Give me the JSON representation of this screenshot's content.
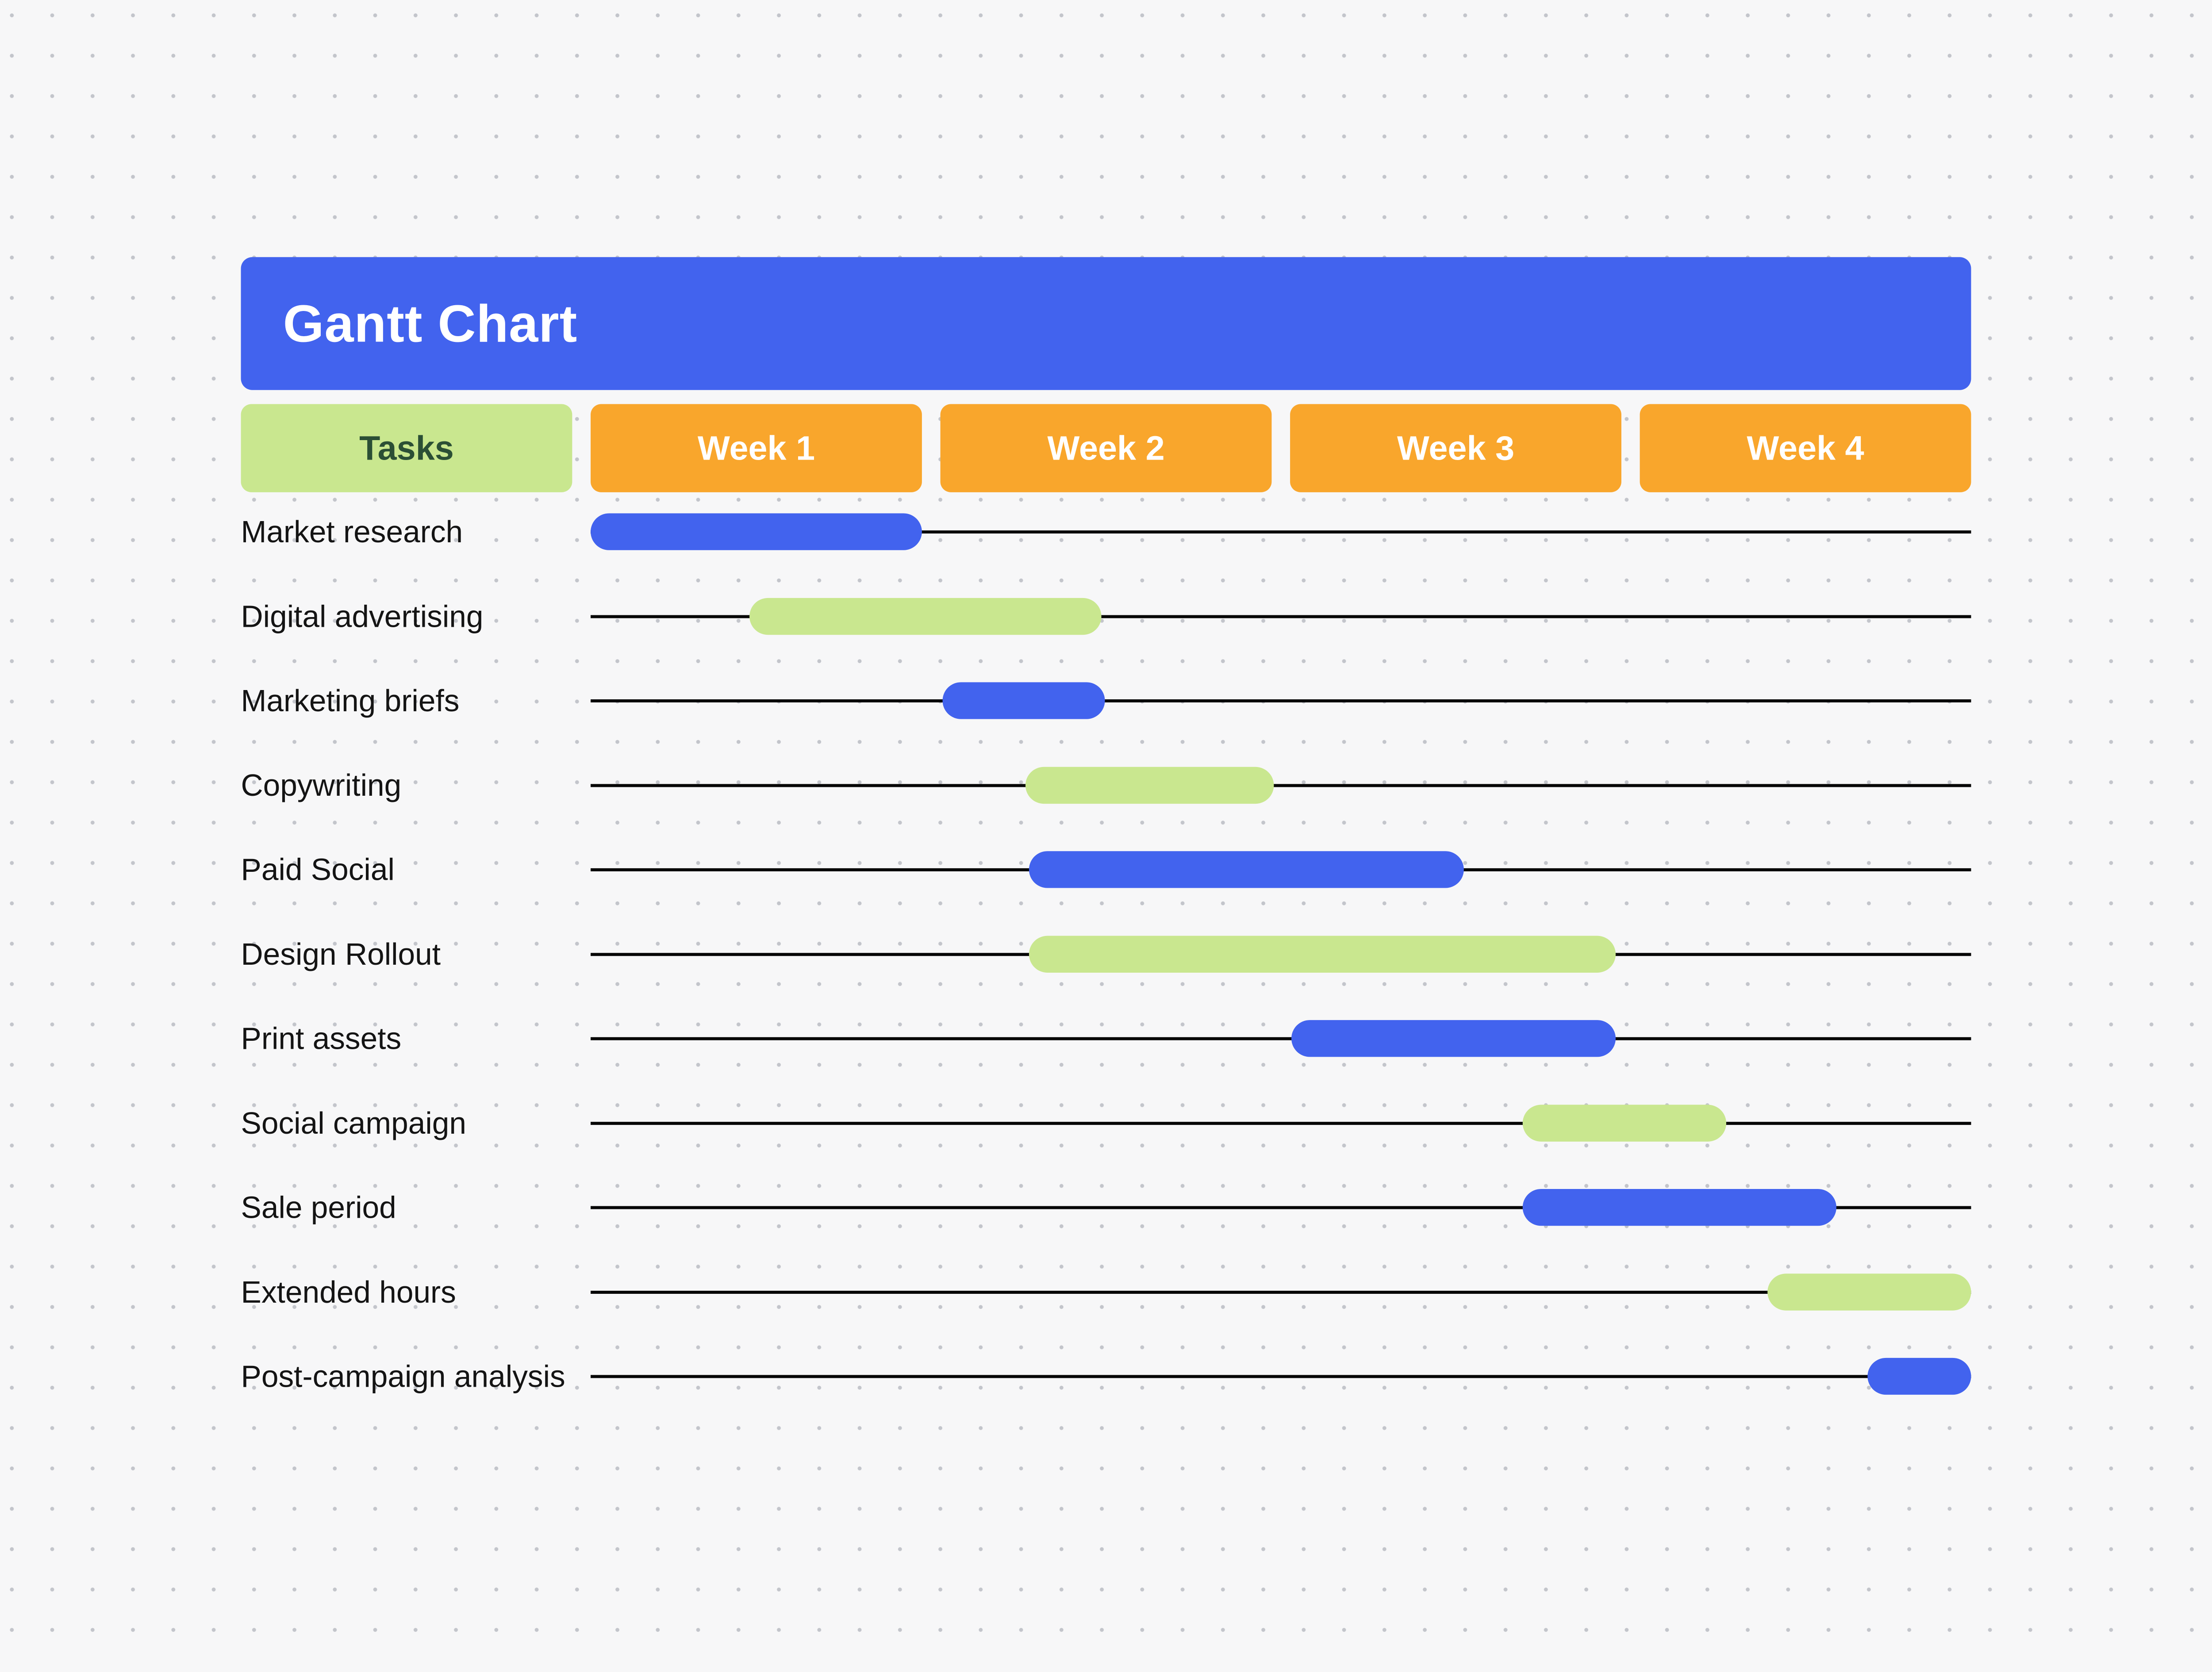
{
  "page": {
    "background_color": "#f7f7f8",
    "dot_color": "#c3c5cb"
  },
  "title": {
    "text": "Gantt Chart",
    "bg": "#4263EE",
    "text_color": "#ffffff"
  },
  "header": {
    "columns": [
      {
        "id": "tasks",
        "label": "Tasks",
        "bg": "#C9E78F",
        "text_color": "#2B4F35"
      },
      {
        "id": "week1",
        "label": "Week 1",
        "bg": "#F9A62C",
        "text_color": "#ffffff"
      },
      {
        "id": "week2",
        "label": "Week 2",
        "bg": "#F9A62C",
        "text_color": "#ffffff"
      },
      {
        "id": "week3",
        "label": "Week 3",
        "bg": "#F9A62C",
        "text_color": "#ffffff"
      },
      {
        "id": "week4",
        "label": "Week 4",
        "bg": "#F9A62C",
        "text_color": "#ffffff"
      }
    ]
  },
  "chart_data": {
    "type": "gantt",
    "title": "Gantt Chart",
    "x_axis": {
      "unit": "weeks",
      "categories": [
        "Week 1",
        "Week 2",
        "Week 3",
        "Week 4"
      ],
      "range": [
        0,
        4
      ]
    },
    "grid": false,
    "timeline_line_color": "#050505",
    "bar_colors": {
      "blue": "#4263EE",
      "green": "#C9E78F"
    },
    "tasks": [
      {
        "label": "Market research",
        "color": "blue",
        "start_week": 0.0,
        "end_week": 0.96
      },
      {
        "label": "Digital advertising",
        "color": "green",
        "start_week": 0.46,
        "end_week": 1.48
      },
      {
        "label": "Marketing briefs",
        "color": "blue",
        "start_week": 1.02,
        "end_week": 1.49
      },
      {
        "label": "Copywriting",
        "color": "green",
        "start_week": 1.26,
        "end_week": 1.98
      },
      {
        "label": "Paid Social",
        "color": "blue",
        "start_week": 1.27,
        "end_week": 2.53
      },
      {
        "label": "Design Rollout",
        "color": "green",
        "start_week": 1.27,
        "end_week": 2.97
      },
      {
        "label": "Print assets",
        "color": "blue",
        "start_week": 2.03,
        "end_week": 2.97
      },
      {
        "label": "Social campaign",
        "color": "green",
        "start_week": 2.7,
        "end_week": 3.29
      },
      {
        "label": "Sale period",
        "color": "blue",
        "start_week": 2.7,
        "end_week": 3.61
      },
      {
        "label": "Extended hours",
        "color": "green",
        "start_week": 3.41,
        "end_week": 4.0
      },
      {
        "label": "Post-campaign analysis",
        "color": "blue",
        "start_week": 3.7,
        "end_week": 4.0
      }
    ]
  }
}
